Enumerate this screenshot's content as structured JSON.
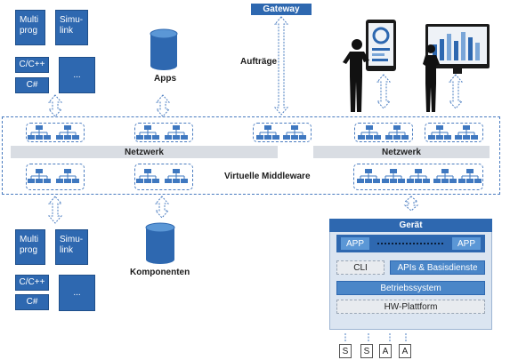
{
  "gateway": "Gateway",
  "auftraege": "Aufträge",
  "apps": "Apps",
  "komponenten": "Komponenten",
  "network": {
    "left": "Netzwerk",
    "right": "Netzwerk"
  },
  "virtual_middleware": "Virtuelle Middleware",
  "tools_top": {
    "multiprog": "Multi prog",
    "simulink": "Simu- link",
    "cpp": "C/C++",
    "csharp": "C#",
    "more": "..."
  },
  "tools_bottom": {
    "multiprog": "Multi prog",
    "simulink": "Simu- link",
    "cpp": "C/C++",
    "csharp": "C#",
    "more": "..."
  },
  "device": {
    "title": "Gerät",
    "app_left": "APP",
    "app_right": "APP",
    "cli": "CLI",
    "apis": "APIs & Basisdienste",
    "os": "Betriebssystem",
    "hw": "HW-Plattform",
    "io": [
      "S",
      "S",
      "A",
      "A"
    ]
  },
  "colors": {
    "primary": "#2e68b0",
    "network_bar": "#d9dde3",
    "device_bg": "#dbe5f1"
  }
}
